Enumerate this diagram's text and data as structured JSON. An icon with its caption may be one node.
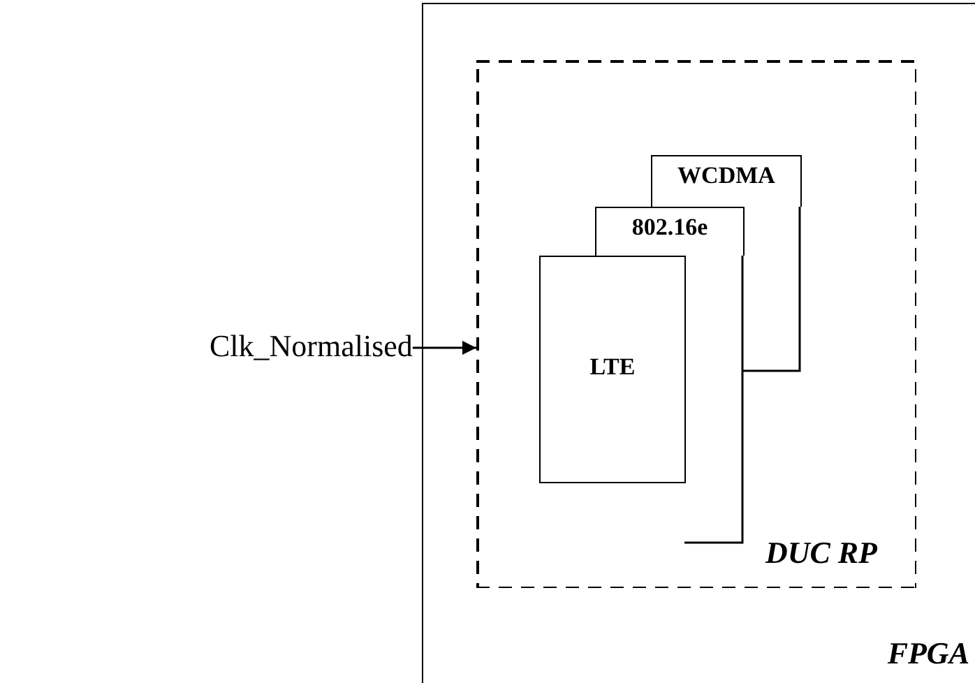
{
  "diagram": {
    "nodes": [
      {
        "text": [
          "FPGA"
        ]
      },
      {
        "text": [
          "DUC RP"
        ],
        "in": 0
      },
      {
        "text": [
          "WCDMA"
        ],
        "in": 1
      },
      {
        "text": [
          "802.16e"
        ],
        "in": 1
      },
      {
        "text": [
          "LTE"
        ],
        "in": 1
      },
      {
        "text": [
          "Clk_Normalised"
        ]
      }
    ],
    "edges": [
      {
        "from": 5,
        "to": 1,
        "arrow": "to"
      }
    ]
  }
}
